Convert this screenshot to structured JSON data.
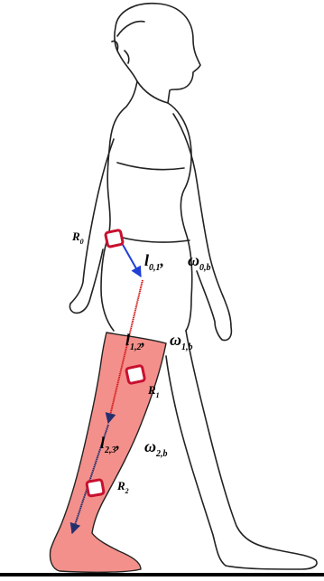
{
  "colors": {
    "leg_fill": "#f4908b",
    "outline": "#222222",
    "vector_blue": "#1f3fd6",
    "vector_red": "#d41d1d",
    "sensor": "#c8102e",
    "ground": "#000000"
  },
  "icons": [
    "walking-figure-illustration",
    "imu-sensor-icon",
    "vector-arrow-icon"
  ],
  "sensors": [
    {
      "id": "R0",
      "base": "R",
      "sub": "0"
    },
    {
      "id": "R1",
      "base": "R",
      "sub": "1"
    },
    {
      "id": "R2",
      "base": "R",
      "sub": "2"
    }
  ],
  "vectors": [
    {
      "base": "l",
      "sub": "0,1",
      "sep": ",",
      "omega_base": "ω",
      "omega_sub": "0,b"
    },
    {
      "base": "l",
      "sub": "1,2",
      "sep": ",",
      "omega_base": "ω",
      "omega_sub": "1,b"
    },
    {
      "base": "l",
      "sub": "2,3",
      "sep": ",",
      "omega_base": "ω",
      "omega_sub": "2,b"
    }
  ]
}
